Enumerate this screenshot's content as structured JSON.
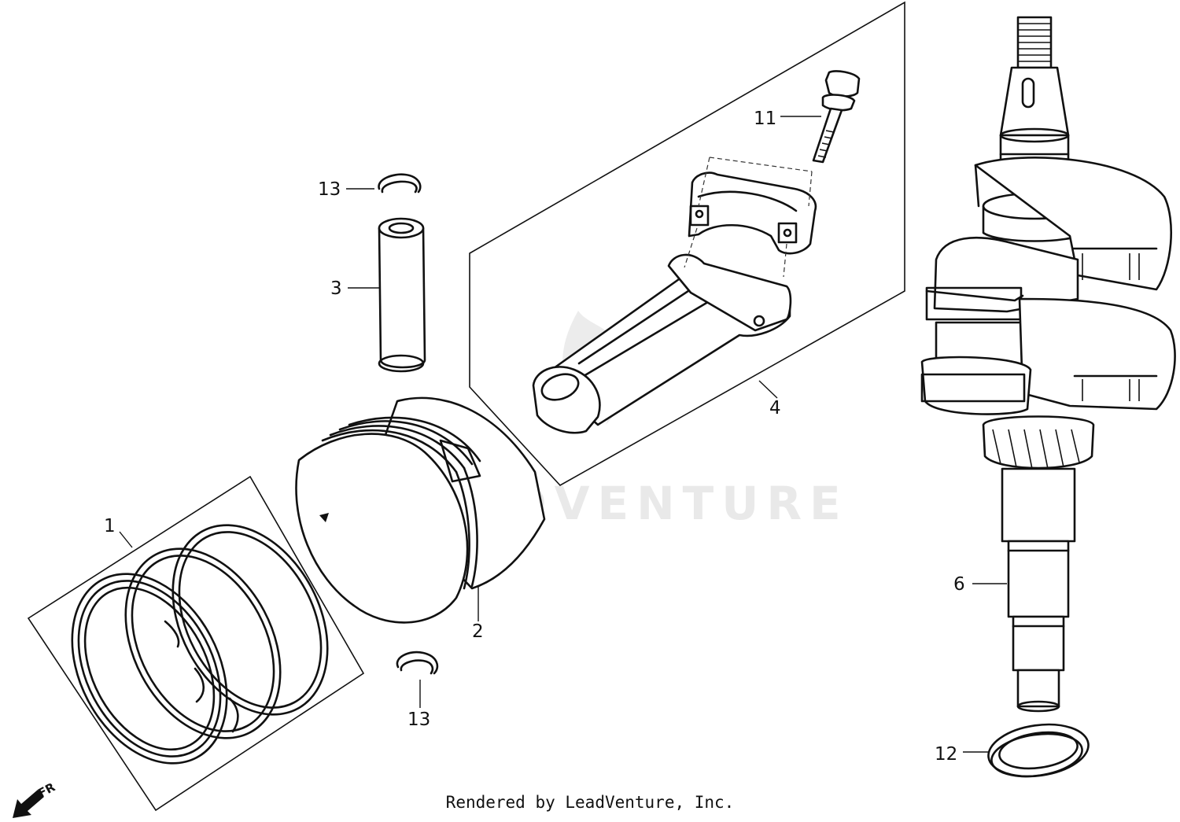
{
  "footer": "Rendered by LeadVenture, Inc.",
  "watermark": "LEADVENTURE",
  "direction_marker": "FR",
  "callouts": {
    "piston_ring_set": "1",
    "piston": "2",
    "piston_pin": "3",
    "connecting_rod": "4",
    "crankshaft": "6",
    "rod_bolt": "11",
    "oil_seal": "12",
    "pin_clip_top": "13",
    "pin_clip_bottom": "13"
  }
}
